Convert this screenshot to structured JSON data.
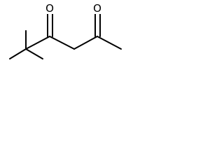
{
  "molecule": {
    "atoms": [
      {
        "id": "o1",
        "element": "O",
        "label": "O",
        "color": "#000000"
      },
      {
        "id": "o2",
        "element": "O",
        "label": "O",
        "color": "#000000"
      }
    ],
    "bonds": [
      {
        "id": "b1",
        "from": "c_methyl_top",
        "to": "c_quaternary",
        "order": 1
      },
      {
        "id": "b2",
        "from": "c_methyl_left",
        "to": "c_quaternary",
        "order": 1
      },
      {
        "id": "b3",
        "from": "c_methyl_right",
        "to": "c_quaternary",
        "order": 1
      },
      {
        "id": "b4",
        "from": "c_quaternary",
        "to": "c_carbonyl1",
        "order": 1
      },
      {
        "id": "b5",
        "from": "c_carbonyl1",
        "to": "o1",
        "order": 2
      },
      {
        "id": "b6",
        "from": "c_carbonyl1",
        "to": "c_methylene",
        "order": 1
      },
      {
        "id": "b7",
        "from": "c_methylene",
        "to": "c_carbonyl2",
        "order": 1
      },
      {
        "id": "b8",
        "from": "c_carbonyl2",
        "to": "o2",
        "order": 2
      },
      {
        "id": "b9",
        "from": "c_carbonyl2",
        "to": "c_methyl_end",
        "order": 1
      }
    ]
  },
  "colors": {
    "bond": "#000000",
    "background": "#ffffff"
  }
}
